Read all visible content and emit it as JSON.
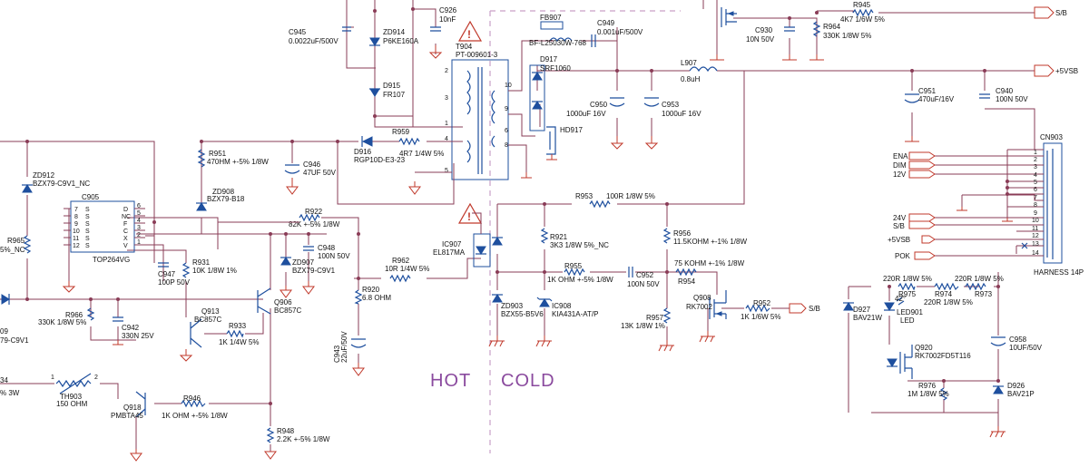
{
  "zones": {
    "hot": "HOT",
    "cold": "COLD"
  },
  "components": {
    "c945": {
      "ref": "C945",
      "value": "0.0022uF/500V"
    },
    "zd914": {
      "ref": "ZD914",
      "value": "P6KE160A"
    },
    "d915": {
      "ref": "D915",
      "value": "FR107"
    },
    "c926": {
      "ref": "C926",
      "value": "10nF"
    },
    "t904": {
      "ref": "T904",
      "value": "PT-009601-3"
    },
    "fb907": {
      "ref": "FB907",
      "value": "BF-L25030W-768"
    },
    "c949": {
      "ref": "C949",
      "value": "0.001uF/500V"
    },
    "d917": {
      "ref": "D917",
      "value": "SRF1060"
    },
    "c950": {
      "ref": "C950",
      "value": "1000uF 16V"
    },
    "c953": {
      "ref": "C953",
      "value": "1000uF 16V"
    },
    "l907": {
      "ref": "L907",
      "value": "0.8uH"
    },
    "hd917": {
      "ref": "HD917"
    },
    "c930": {
      "ref": "C930",
      "value": "10N 50V"
    },
    "r964": {
      "ref": "R964",
      "value": "330K 1/8W 5%"
    },
    "r945": {
      "ref": "R945",
      "value": "4K7 1/6W 5%"
    },
    "c951": {
      "ref": "C951",
      "value": "470uF/16V"
    },
    "c940": {
      "ref": "C940",
      "value": "100N 50V"
    },
    "r959": {
      "ref": "R959",
      "value": "4R7 1/4W 5%"
    },
    "d916": {
      "ref": "D916",
      "value": "RGP10D-E3-23"
    },
    "c946": {
      "ref": "C946",
      "value": "47UF 50V"
    },
    "r951": {
      "ref": "R951",
      "value": "470HM +-5% 1/8W"
    },
    "zd912": {
      "ref": "ZD912",
      "value": "BZX79-C9V1_NC"
    },
    "zd908": {
      "ref": "ZD908",
      "value": "BZX79-B18"
    },
    "c905": {
      "ref": "C905",
      "value": "TOP264VG"
    },
    "r922": {
      "ref": "R922",
      "value": "82K +-5% 1/8W"
    },
    "c948": {
      "ref": "C948",
      "value": "100N 50V"
    },
    "zd907": {
      "ref": "ZD907",
      "value": "BZX79-C9V1"
    },
    "r962": {
      "ref": "R962",
      "value": "10R 1/4W 5%"
    },
    "r920": {
      "ref": "R920",
      "value": "6.8 OHM"
    },
    "ic907": {
      "ref": "IC907",
      "value": "EL817MA"
    },
    "r965": {
      "ref": "R965",
      "value": "5%_NC"
    },
    "c947": {
      "ref": "C947",
      "value": "100P 50V"
    },
    "r931": {
      "ref": "R931",
      "value": "10K 1/8W 1%"
    },
    "q913": {
      "ref": "Q913",
      "value": "BC857C"
    },
    "q906": {
      "ref": "Q906",
      "value": "BC857C"
    },
    "r933": {
      "ref": "R933",
      "value": "1K 1/4W 5%"
    },
    "r966": {
      "ref": "R966",
      "value": "330K 1/8W 5%"
    },
    "c942": {
      "ref": "C942",
      "value": "330N 25V"
    },
    "c943": {
      "ref": "C943",
      "value": "22uF/50V"
    },
    "zd909": {
      "ref": "09",
      "value": "79-C9V1"
    },
    "r934": {
      "ref": "34",
      "value": "% 3W"
    },
    "th903": {
      "ref": "TH903",
      "value": "150 OHM"
    },
    "q918": {
      "ref": "Q918",
      "value": "PMBTA45"
    },
    "r946": {
      "ref": "R946",
      "value": "1K OHM +-5% 1/8W"
    },
    "r948": {
      "ref": "R948",
      "value": "2.2K +-5% 1/8W"
    },
    "r953": {
      "ref": "R953",
      "value": "100R 1/8W 5%"
    },
    "r921": {
      "ref": "R921",
      "value": "3K3 1/8W 5%_NC"
    },
    "r956": {
      "ref": "R956",
      "value": "11.5KOHM +-1% 1/8W"
    },
    "r955": {
      "ref": "R955",
      "value": "1K OHM +-5% 1/8W"
    },
    "c952": {
      "ref": "C952",
      "value": "100N 50V"
    },
    "r954": {
      "ref": "R954",
      "value": "75 KOHM +-1% 1/8W"
    },
    "zd903": {
      "ref": "ZD903",
      "value": "BZX55-B5V6"
    },
    "ic908": {
      "ref": "IC908",
      "value": "KIA431A-AT/P"
    },
    "r957": {
      "ref": "R957",
      "value": "13K 1/8W 1%"
    },
    "q908": {
      "ref": "Q908",
      "value": "RK7002"
    },
    "r952": {
      "ref": "R952",
      "value": "1K 1/6W 5%"
    },
    "cn903": {
      "ref": "CN903",
      "value": "HARNESS 14P"
    },
    "r975": {
      "ref": "R975",
      "value": "220R 1/8W 5%"
    },
    "r974": {
      "ref": "R974",
      "value": "220R 1/8W 5%"
    },
    "r973": {
      "ref": "R973",
      "value": "220R 1/8W 5%"
    },
    "d927": {
      "ref": "D927",
      "value": "BAV21W"
    },
    "led901": {
      "ref": "LED901",
      "value": "LED",
      "extra": "42°"
    },
    "q920": {
      "ref": "Q920",
      "value": "RK7002FD5T116"
    },
    "c958": {
      "ref": "C958",
      "value": "10UF/50V"
    },
    "r976": {
      "ref": "R976",
      "value": "1M 1/8W 5%"
    },
    "d926": {
      "ref": "D926",
      "value": "BAV21P"
    }
  },
  "nets": {
    "sb_top": "S/B",
    "v5sb": "+5VSB",
    "sb_q908": "S/B",
    "ena": "ENA",
    "dim": "DIM",
    "v12": "12V",
    "v24": "24V",
    "sb_conn": "S/B",
    "v5sb_conn": "+5VSB",
    "pok": "POK"
  },
  "ic_pins": {
    "c905_left": [
      "S",
      "S",
      "S",
      "S",
      "S",
      "S"
    ],
    "c905_right": [
      "D",
      "NC",
      "F",
      "C",
      "X",
      "V"
    ],
    "c905_left_nums": [
      "7",
      "8",
      "9",
      "10",
      "11",
      "12"
    ],
    "c905_right_nums": [
      "6",
      "5",
      "4",
      "3",
      "2",
      "1"
    ]
  },
  "transformer_pins": [
    "1",
    "2",
    "3",
    "4",
    "5",
    "6",
    "8",
    "9",
    "10"
  ],
  "connector_pins": [
    "1",
    "2",
    "3",
    "4",
    "5",
    "6",
    "7",
    "8",
    "9",
    "10",
    "11",
    "12",
    "13",
    "14"
  ],
  "colors": {
    "wire": "#8a3c57",
    "component": "#1e4f9e",
    "ground": "#c0392b",
    "zone_text": "#8a4a9e",
    "boundary": "#c9a0c8"
  }
}
